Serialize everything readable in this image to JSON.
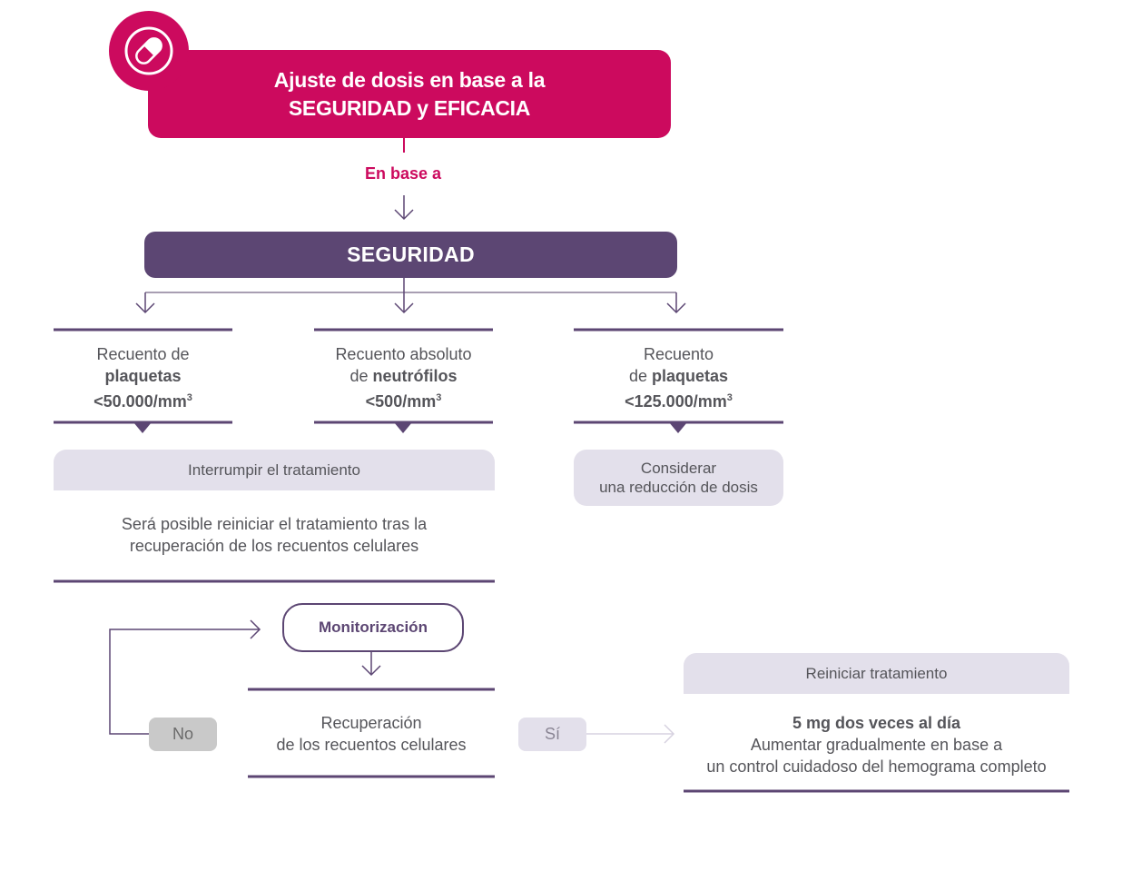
{
  "header": {
    "line1": "Ajuste de dosis en base a la",
    "line2": "SEGURIDAD y EFICACIA",
    "icon": "pill-icon"
  },
  "connector_label": "En base a",
  "safety_title": "SEGURIDAD",
  "criteria": [
    {
      "prefix": "Recuento de",
      "bold": "plaquetas",
      "threshold": "<50.000/mm",
      "unit_sup": "3"
    },
    {
      "prefix": "Recuento absoluto",
      "lead": "de ",
      "bold": "neutrófilos",
      "threshold": "<500/mm",
      "unit_sup": "3"
    },
    {
      "prefix": "Recuento",
      "lead": "de ",
      "bold": "plaquetas",
      "threshold": "<125.000/mm",
      "unit_sup": "3"
    }
  ],
  "actions": {
    "interrupt": "Interrumpir el tratamiento",
    "reduce_line1": "Considerar",
    "reduce_line2": "una reducción de dosis"
  },
  "restart_note": {
    "line1": "Será posible reiniciar el tratamiento tras la",
    "line2": "recuperación de los recuentos celulares"
  },
  "monitoring": "Monitorización",
  "recovery": {
    "line1": "Recuperación",
    "line2": "de los recuentos celulares"
  },
  "decision": {
    "no": "No",
    "yes": "Sí"
  },
  "restart": {
    "title": "Reiniciar tratamiento",
    "dose": "5 mg dos veces al día",
    "line2": "Aumentar gradualmente en base a",
    "line3": "un control cuidadoso del hemograma completo"
  },
  "colors": {
    "magenta": "#cc0a5e",
    "purple": "#5c4673",
    "lavender": "#e3e0eb",
    "grey_tag": "#c9c9c9",
    "text": "#55555a"
  }
}
